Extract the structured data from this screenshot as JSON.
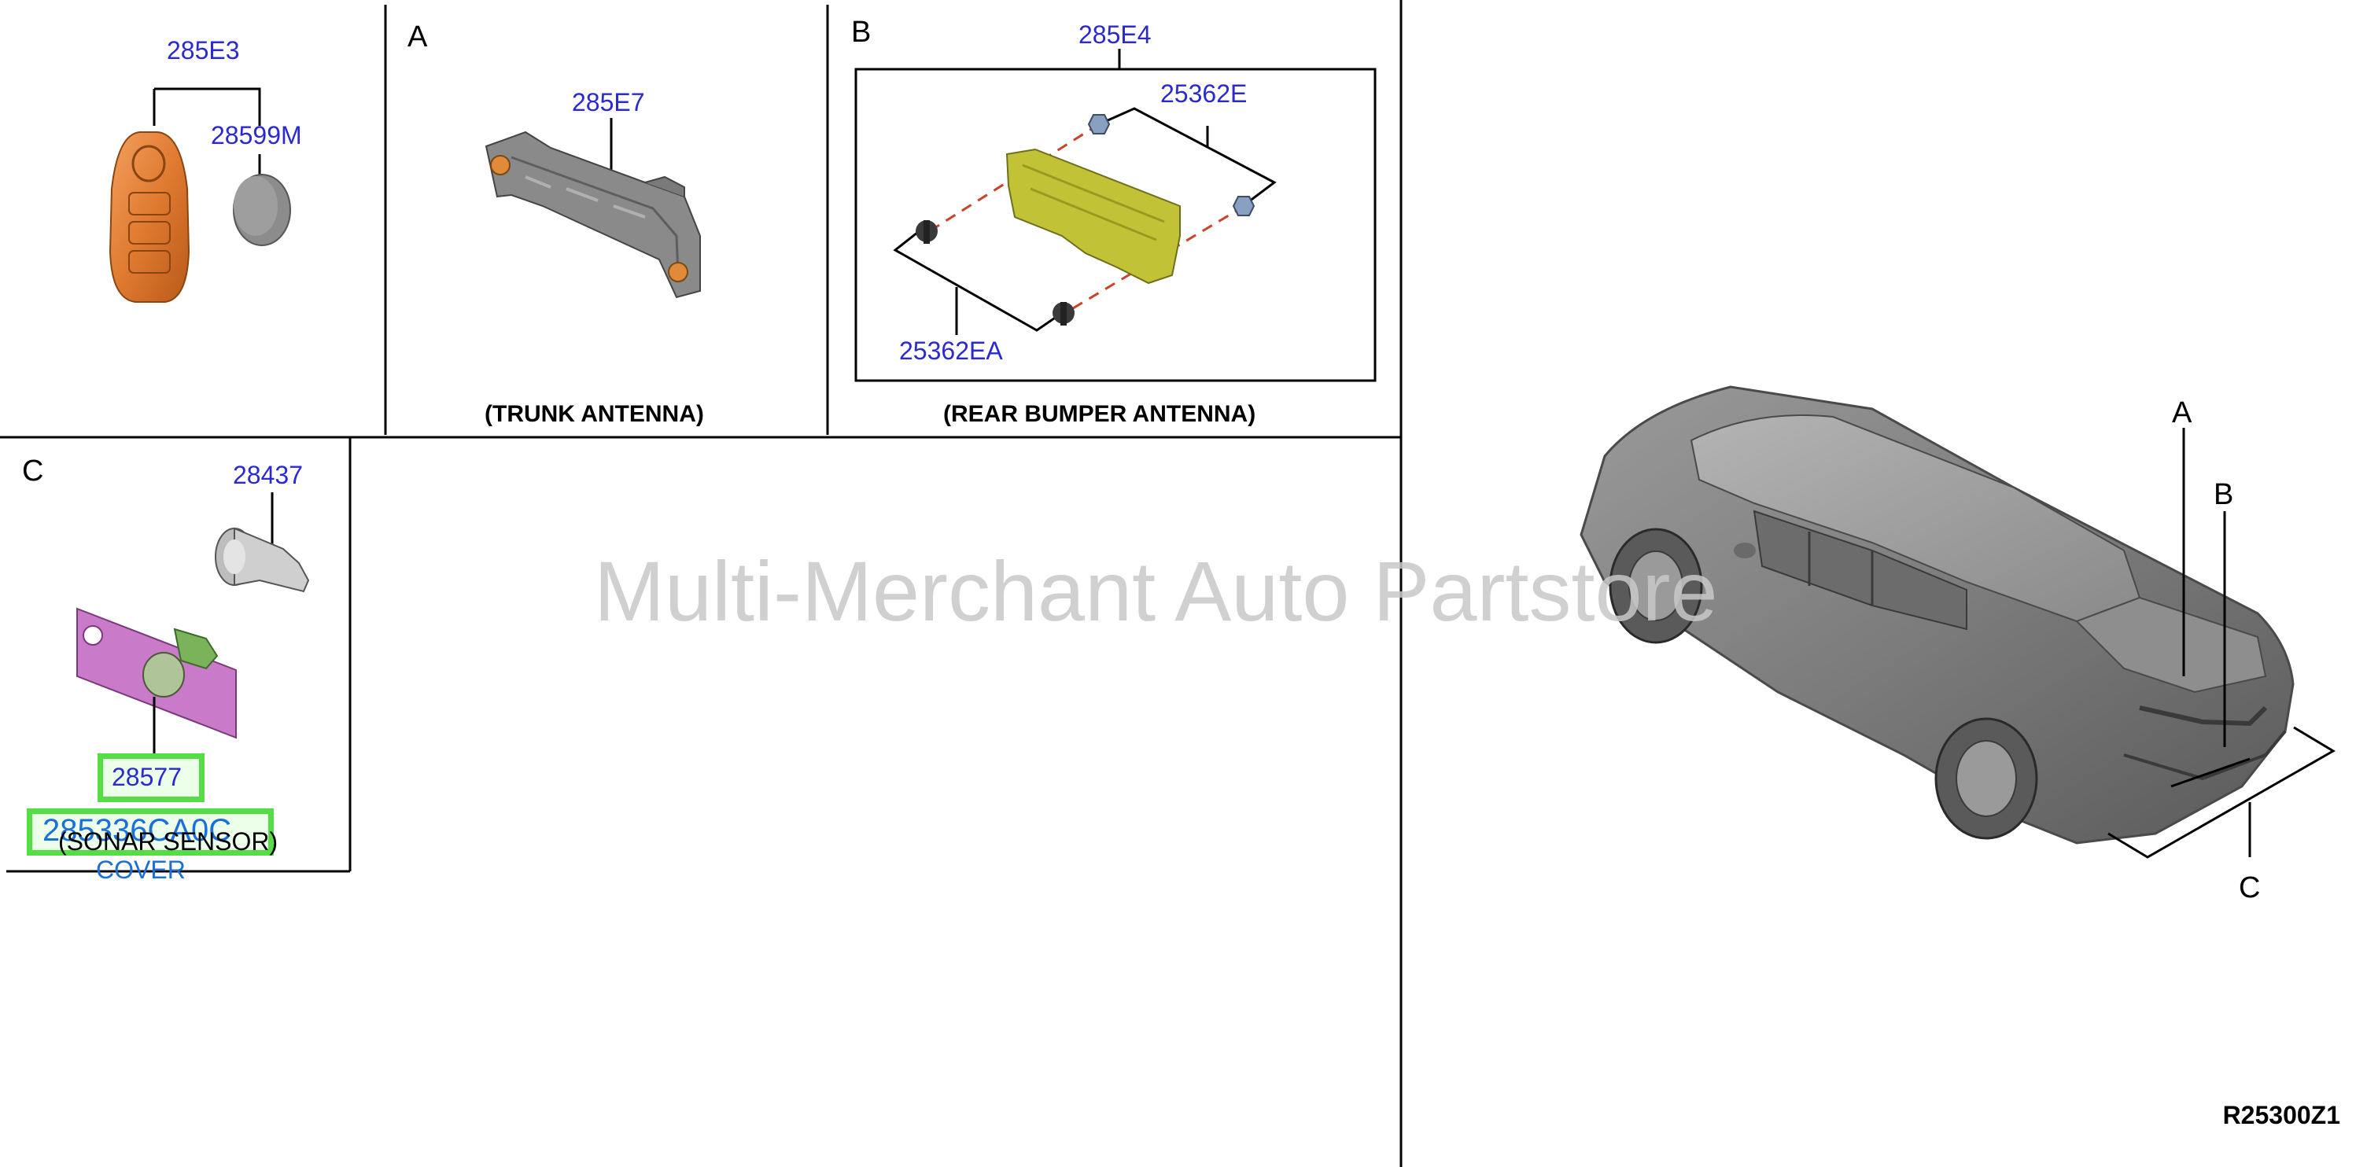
{
  "sections": {
    "key": {
      "parts": [
        "285E3",
        "28599M"
      ]
    },
    "a": {
      "letter": "A",
      "parts": [
        "285E7"
      ],
      "caption": "(TRUNK ANTENNA)"
    },
    "b": {
      "letter": "B",
      "parts": [
        "285E4",
        "25362E",
        "25362EA"
      ],
      "caption": "(REAR BUMPER ANTENNA)"
    },
    "c": {
      "letter": "C",
      "parts": [
        "28437",
        "28577"
      ],
      "caption": "(SONAR SENSOR)",
      "highlight_part": "285336CA0C",
      "highlight_desc": "COVER"
    }
  },
  "vehicle_callouts": [
    "A",
    "B",
    "C"
  ],
  "watermark": "Multi-Merchant Auto Partstore",
  "diagram_code": "R25300Z1",
  "colors": {
    "part_number": "#2a2ad0",
    "highlight": "#55dd44",
    "cover_text": "#1a70d8"
  }
}
